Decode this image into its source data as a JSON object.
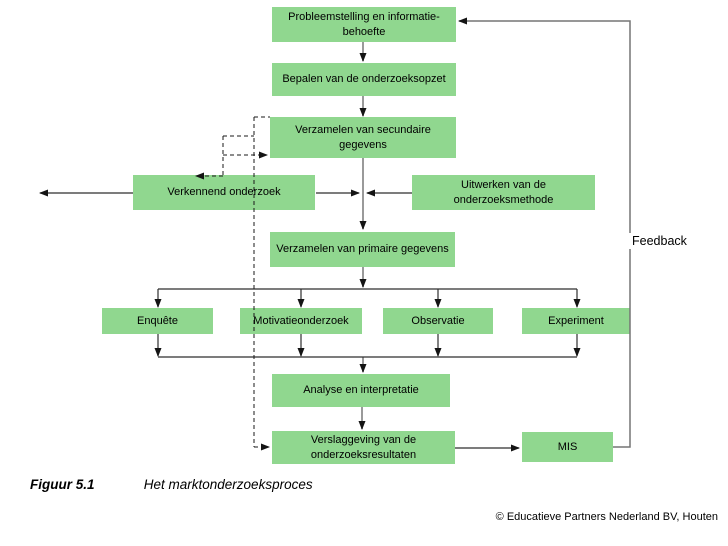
{
  "diagram": {
    "nodes": {
      "probleemstelling": {
        "label": "Probleemstelling en informatie-behoefte"
      },
      "bepalen": {
        "label": "Bepalen van de onderzoeksopzet"
      },
      "secundaire": {
        "label": "Verzamelen van secundaire gegevens"
      },
      "verkennend": {
        "label": "Verkennend onderzoek"
      },
      "uitwerken": {
        "label": "Uitwerken van de onderzoeksmethode"
      },
      "primaire": {
        "label": "Verzamelen van primaire gegevens"
      },
      "enquete": {
        "label": "Enquête"
      },
      "motivatie": {
        "label": "Motivatieonderzoek"
      },
      "observatie": {
        "label": "Observatie"
      },
      "experiment": {
        "label": "Experiment"
      },
      "analyse": {
        "label": "Analyse en interpretatie"
      },
      "verslaggeving": {
        "label": "Verslaggeving van de onderzoeksresultaten"
      },
      "mis": {
        "label": "MIS"
      }
    },
    "feedback_label": "Feedback"
  },
  "caption": {
    "figure_number": "Figuur 5.1",
    "figure_title": "Het marktonderzoeksproces"
  },
  "footer": {
    "copyright": "© Educatieve Partners Nederland BV, Houten"
  },
  "colors": {
    "node_fill": "#90d78f",
    "flow_line_gray": "#8f8f8f",
    "flow_line_dark": "#2e2e2e",
    "feedback_line": "#757575",
    "dashed_line": "#1a1a1a",
    "arrowhead": "#141414"
  }
}
